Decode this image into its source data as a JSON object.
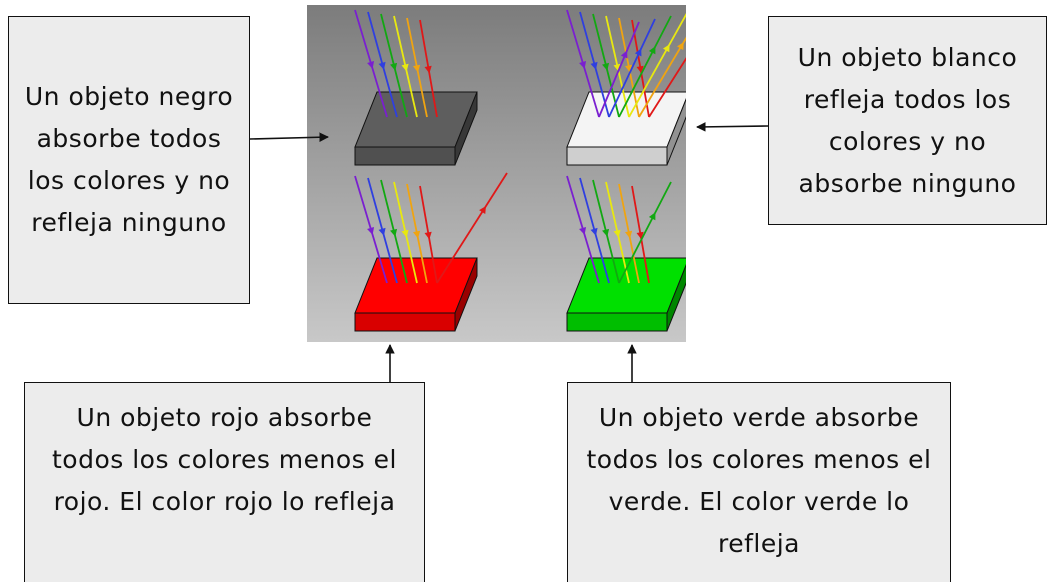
{
  "diagram": {
    "panel_background": [
      "#7c7c7c",
      "#c8c8c8"
    ],
    "ray_colors": [
      "#7a1fd0",
      "#2f3fe0",
      "#12a812",
      "#e8e810",
      "#f0a410",
      "#e01818"
    ],
    "objects": [
      {
        "id": "black",
        "face_color": "#5e5e5e",
        "reflected_rays": []
      },
      {
        "id": "white",
        "face_color": "#f4f4f4",
        "reflected_rays": [
          "#7a1fd0",
          "#2f3fe0",
          "#12a812",
          "#e8e810",
          "#f0a410",
          "#e01818"
        ]
      },
      {
        "id": "red",
        "face_color": "#ff0000",
        "reflected_rays": [
          "#e01818"
        ]
      },
      {
        "id": "green",
        "face_color": "#00e000",
        "reflected_rays": [
          "#12a812"
        ]
      }
    ]
  },
  "callouts": {
    "black": "Un objeto negro absorbe todos los colores y no refleja ninguno",
    "white": "Un objeto blanco refleja todos los colores y no absorbe ninguno",
    "red": "Un objeto rojo absorbe todos los colores menos el rojo. El color rojo lo refleja",
    "green": "Un objeto verde absorbe todos los colores menos el verde. El color verde lo refleja"
  }
}
